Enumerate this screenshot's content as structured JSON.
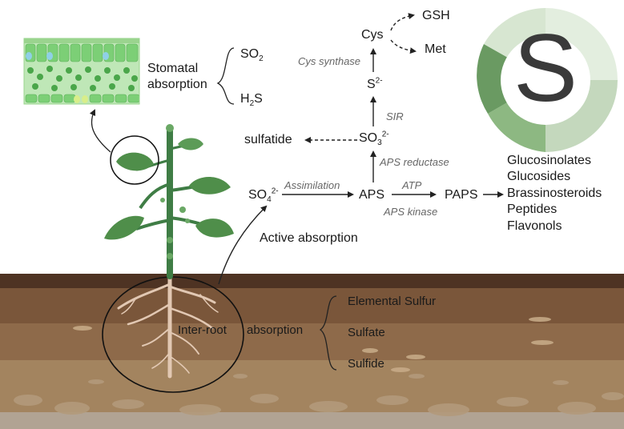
{
  "stomatal": {
    "label_line1": "Stomatal",
    "label_line2": "absorption",
    "gas1": "SO",
    "gas1_sub": "2",
    "gas2_pre": "H",
    "gas2_sub": "2",
    "gas2_post": "S"
  },
  "pathway": {
    "cys": "Cys",
    "gsh": "GSH",
    "met": "Met",
    "cys_synthase": "Cys synthase",
    "s": "S",
    "s_sup": "2-",
    "sir": "SIR",
    "so3": "SO",
    "so3_sub": "3",
    "so3_sup": "2-",
    "sulfatide": "sulfatide",
    "aps_reductase": "APS reductase",
    "so4": "SO",
    "so4_sub": "4",
    "so4_sup": "2-",
    "assimilation": "Assimilation",
    "aps": "APS",
    "atp": "ATP",
    "aps_kinase": "APS kinase",
    "paps": "PAPS",
    "active_absorption": "Active absorption"
  },
  "products": [
    "Glucosinolates",
    "Glucosides",
    "Brassinosteroids",
    "Peptides",
    "Flavonols"
  ],
  "soil": {
    "inter_root_a": "Inter-root",
    "inter_root_b": "absorption",
    "forms": [
      "Elemental Sulfur",
      "Sulfate",
      "Sulfide"
    ]
  },
  "emblem": {
    "letter": "S"
  },
  "colors": {
    "leaf": "#4f8e4a",
    "stem": "#3f7d45",
    "soil_top": "#5a3a2a",
    "soil_mid": "#8a6647",
    "soil_low": "#a68763",
    "emblem_dark": "#6f9a66",
    "emblem_light": "#dce9d5"
  }
}
